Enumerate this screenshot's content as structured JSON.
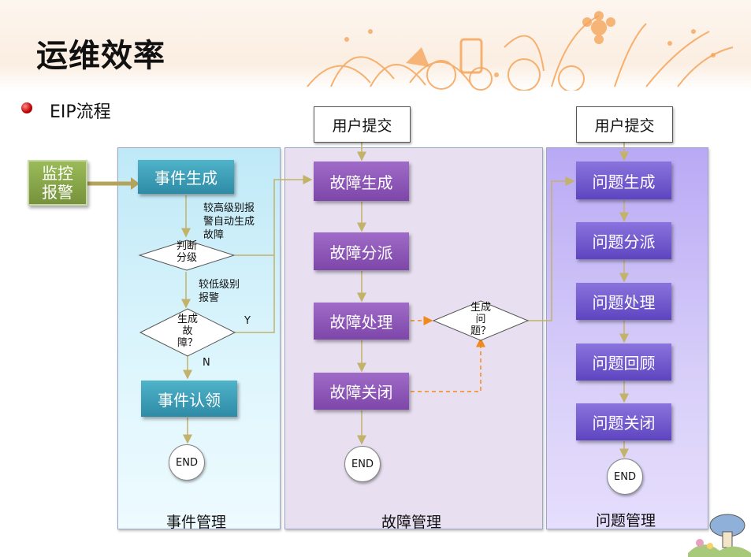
{
  "title": "运维效率",
  "bullet": "EIP流程",
  "source": {
    "line1": "监控",
    "line2": "报警"
  },
  "user_submit_fault": "用户提交",
  "user_submit_problem": "用户提交",
  "event_lane": {
    "label": "事件管理",
    "create": "事件生成",
    "high_note": {
      "l1": "较高级别报",
      "l2": "警自动生成",
      "l3": "故障"
    },
    "judge": {
      "l1": "判断",
      "l2": "分级"
    },
    "low_note": {
      "l1": "较低级别",
      "l2": "报警"
    },
    "gen_fault": {
      "l1": "生成",
      "l2": "故",
      "l3": "障？"
    },
    "yes": "Y",
    "no": "N",
    "claim": "事件认领",
    "end": "END"
  },
  "fault_lane": {
    "label": "故障管理",
    "create": "故障生成",
    "assign": "故障分派",
    "handle": "故障处理",
    "close": "故障关闭",
    "end": "END",
    "gen_problem": {
      "l1": "生成",
      "l2": "问",
      "l3": "题？"
    }
  },
  "problem_lane": {
    "label": "问题管理",
    "create": "问题生成",
    "assign": "问题分派",
    "handle": "问题处理",
    "review": "问题回顾",
    "close": "问题关闭",
    "end": "END"
  },
  "colors": {
    "arrow": "#c2b26a",
    "accent": "#f08a1c",
    "event_box": "#3a9fb8",
    "fault_box": "#8a55b5",
    "problem_box": "#6f57cf"
  }
}
